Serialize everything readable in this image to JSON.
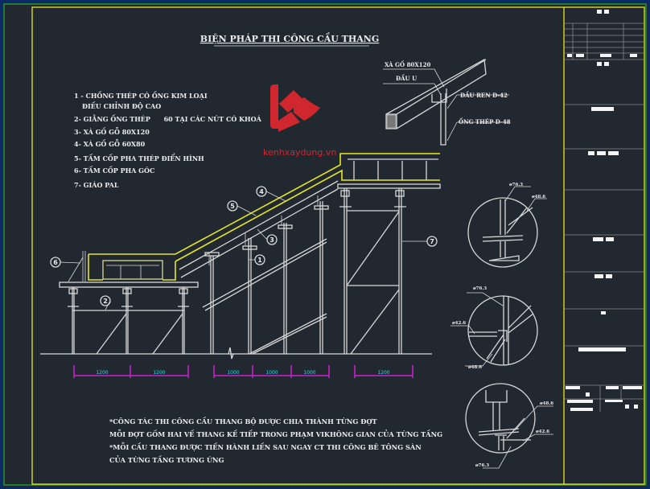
{
  "drawing": {
    "title": "BIỆN PHÁP THI CÔNG CẦU THANG",
    "legend": [
      "1 - CHỐNG THÉP CÓ ỐNG KIM LOẠI",
      "ĐIỀU CHỈNH ĐỘ CAO",
      "2- GIẰNG ỐNG THÉP      60 TẠI CÁC NÚT CÓ KHOÁ",
      "3- XÀ GỒ GỖ 80X120",
      "4- XÀ GỒ GỖ 60X80",
      "5- TẤM CỐP PHA THÉP ĐIỂN HÌNH",
      "6- TẤM CỐP PHA GÓC",
      "7- GIÁO PAL"
    ],
    "watermark": {
      "text": "kenhxaydung.vn",
      "color": "#d0262e"
    },
    "detail_labels": {
      "xa_go": "XÀ GỒ 80X120",
      "dau_u": "ĐẦU U",
      "dau_ren": "ĐẦU REN D-42",
      "ong_thep": "ỐNG THÉP D-48"
    },
    "callouts": [
      "1",
      "2",
      "3",
      "4",
      "5",
      "6",
      "7"
    ],
    "dimensions": [
      "1200",
      "1200",
      "1000",
      "1000",
      "1000",
      "1200"
    ],
    "circle_details": [
      [
        "ø76.3",
        "ø48.6"
      ],
      [
        "ø76.3",
        "ø42.6",
        "ø48.6"
      ],
      [
        "ø48.6",
        "ø42.6",
        "ø76.3"
      ]
    ],
    "notes": [
      "*CÔNG TÁC THI CÔNG CẦU THANG BỘ ĐƯỢC CHIA THÀNH TỪNG ĐỢT",
      "MỖI ĐỢT GỒM HAI VẾ THANG KẾ TIẾP TRONG PHẠM VIKHÔNG GIAN CỦA TỪNG TẦNG",
      "*MỖI CẦU THANG ĐƯỢC TIẾN HÀNH LIỀN SAU NGAY CT THI CÔNG BÊ TÔNG SÀN",
      "CỦA TỪNG TẦNG TƯƠNG ỨNG"
    ],
    "colors": {
      "background": "#212830",
      "frame": "#e6e620",
      "dimension": "#d020d0",
      "dim_text": "#20e0e0"
    }
  }
}
